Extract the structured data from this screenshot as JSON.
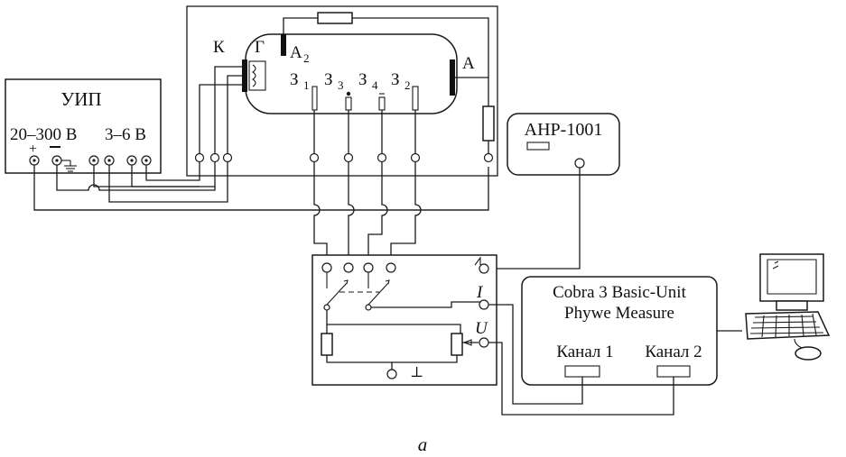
{
  "power_supply": {
    "name": "УИП",
    "range_high": "20–300 В",
    "range_low": "3–6 В",
    "plus": "+",
    "minus": "–"
  },
  "tube": {
    "cathode": "К",
    "heater": "Г",
    "anode2": "А",
    "anode2_sub": "2",
    "anode": "А",
    "probes": [
      {
        "main": "З",
        "sub": "1"
      },
      {
        "main": "З",
        "sub": "3"
      },
      {
        "main": "З",
        "sub": "4"
      },
      {
        "main": "З",
        "sub": "2"
      }
    ]
  },
  "voltmeter": {
    "name": "АНР-1001"
  },
  "switch_box": {
    "labels": [
      "I",
      "U"
    ],
    "ground_symbol": "⊥"
  },
  "daq": {
    "line1": "Cobra 3 Basic-Unit",
    "line2": "Phywe Measure",
    "channel1": "Канал 1",
    "channel2": "Канал 2"
  },
  "caption": "а"
}
